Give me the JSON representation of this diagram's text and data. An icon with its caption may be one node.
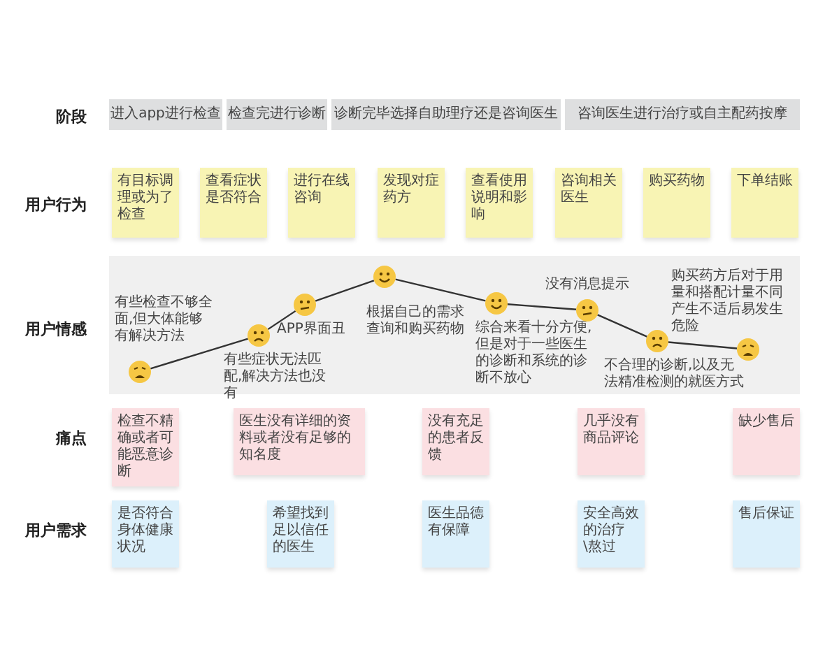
{
  "diagram": {
    "nodes": [
      {
        "text": [
          "进入app进行检查"
        ]
      },
      {
        "text": [
          "检查完进行诊断"
        ]
      },
      {
        "text": [
          "诊断完毕选择自助理疗还是咨询医生"
        ]
      },
      {
        "text": [
          "咨询医生进行治疗或自主配药按摩"
        ]
      },
      {
        "text": [
          "有目标调理或为了检查"
        ]
      },
      {
        "text": [
          "查看症状是否符合"
        ]
      },
      {
        "text": [
          "进行在线咨询"
        ]
      },
      {
        "text": [
          "发现对症药方"
        ]
      },
      {
        "text": [
          "查看使用说明和影响"
        ]
      },
      {
        "text": [
          "咨询相关医生"
        ]
      },
      {
        "text": [
          "购买药物"
        ]
      },
      {
        "text": [
          "下单结账"
        ]
      },
      {
        "text": [],
        "shape": "circle",
        "beside": [
          "有些检查不够全面,但大体能够有解决方法"
        ]
      },
      {
        "text": [],
        "shape": "circle",
        "beside": [
          "有些症状无法匹配,解决方法也没有"
        ]
      },
      {
        "text": [],
        "shape": "circle",
        "beside": [
          "APP界面丑"
        ]
      },
      {
        "text": [],
        "shape": "circle",
        "beside": [
          "根据自己的需求查询和购买药物"
        ]
      },
      {
        "text": [],
        "shape": "circle",
        "beside": [
          "综合来看十分方便,但是对于一些医生的诊断和系统的诊断不放心"
        ]
      },
      {
        "text": [],
        "shape": "circle",
        "beside": [
          "没有消息提示"
        ]
      },
      {
        "text": [],
        "shape": "circle",
        "beside": [
          "不合理的诊断,以及无法精准检测的就医方式"
        ]
      },
      {
        "text": [],
        "shape": "circle",
        "beside": [
          "购买药方后对于用量和搭配计量不同产生不适后易发生危险"
        ]
      },
      {
        "text": [
          "检查不精确或者可能恶意诊断"
        ]
      },
      {
        "text": [
          "医生没有详细的资料或者没有足够的知名度"
        ]
      },
      {
        "text": [
          "没有充足的患者反馈"
        ]
      },
      {
        "text": [
          "几乎没有商品评论"
        ]
      },
      {
        "text": [
          "缺少售后"
        ]
      },
      {
        "text": [
          "是否符合身体健康状况"
        ]
      },
      {
        "text": [
          "希望找到足以信任的医生"
        ]
      },
      {
        "text": [
          "医生品德有保障"
        ]
      },
      {
        "text": [
          "安全高效的治疗\\熬过"
        ]
      },
      {
        "text": [
          "售后保证"
        ]
      }
    ],
    "edges": [
      {
        "from": 12,
        "to": 13,
        "arrow": "none"
      },
      {
        "from": 13,
        "to": 14,
        "arrow": "none"
      },
      {
        "from": 14,
        "to": 15,
        "arrow": "none"
      },
      {
        "from": 15,
        "to": 16,
        "arrow": "none"
      },
      {
        "from": 16,
        "to": 17,
        "arrow": "none"
      },
      {
        "from": 17,
        "to": 18,
        "arrow": "none"
      },
      {
        "from": 18,
        "to": 19,
        "arrow": "none"
      }
    ],
    "labels": [
      "阶段",
      "用户行为",
      "用户情感",
      "痛点",
      "用户需求"
    ]
  }
}
